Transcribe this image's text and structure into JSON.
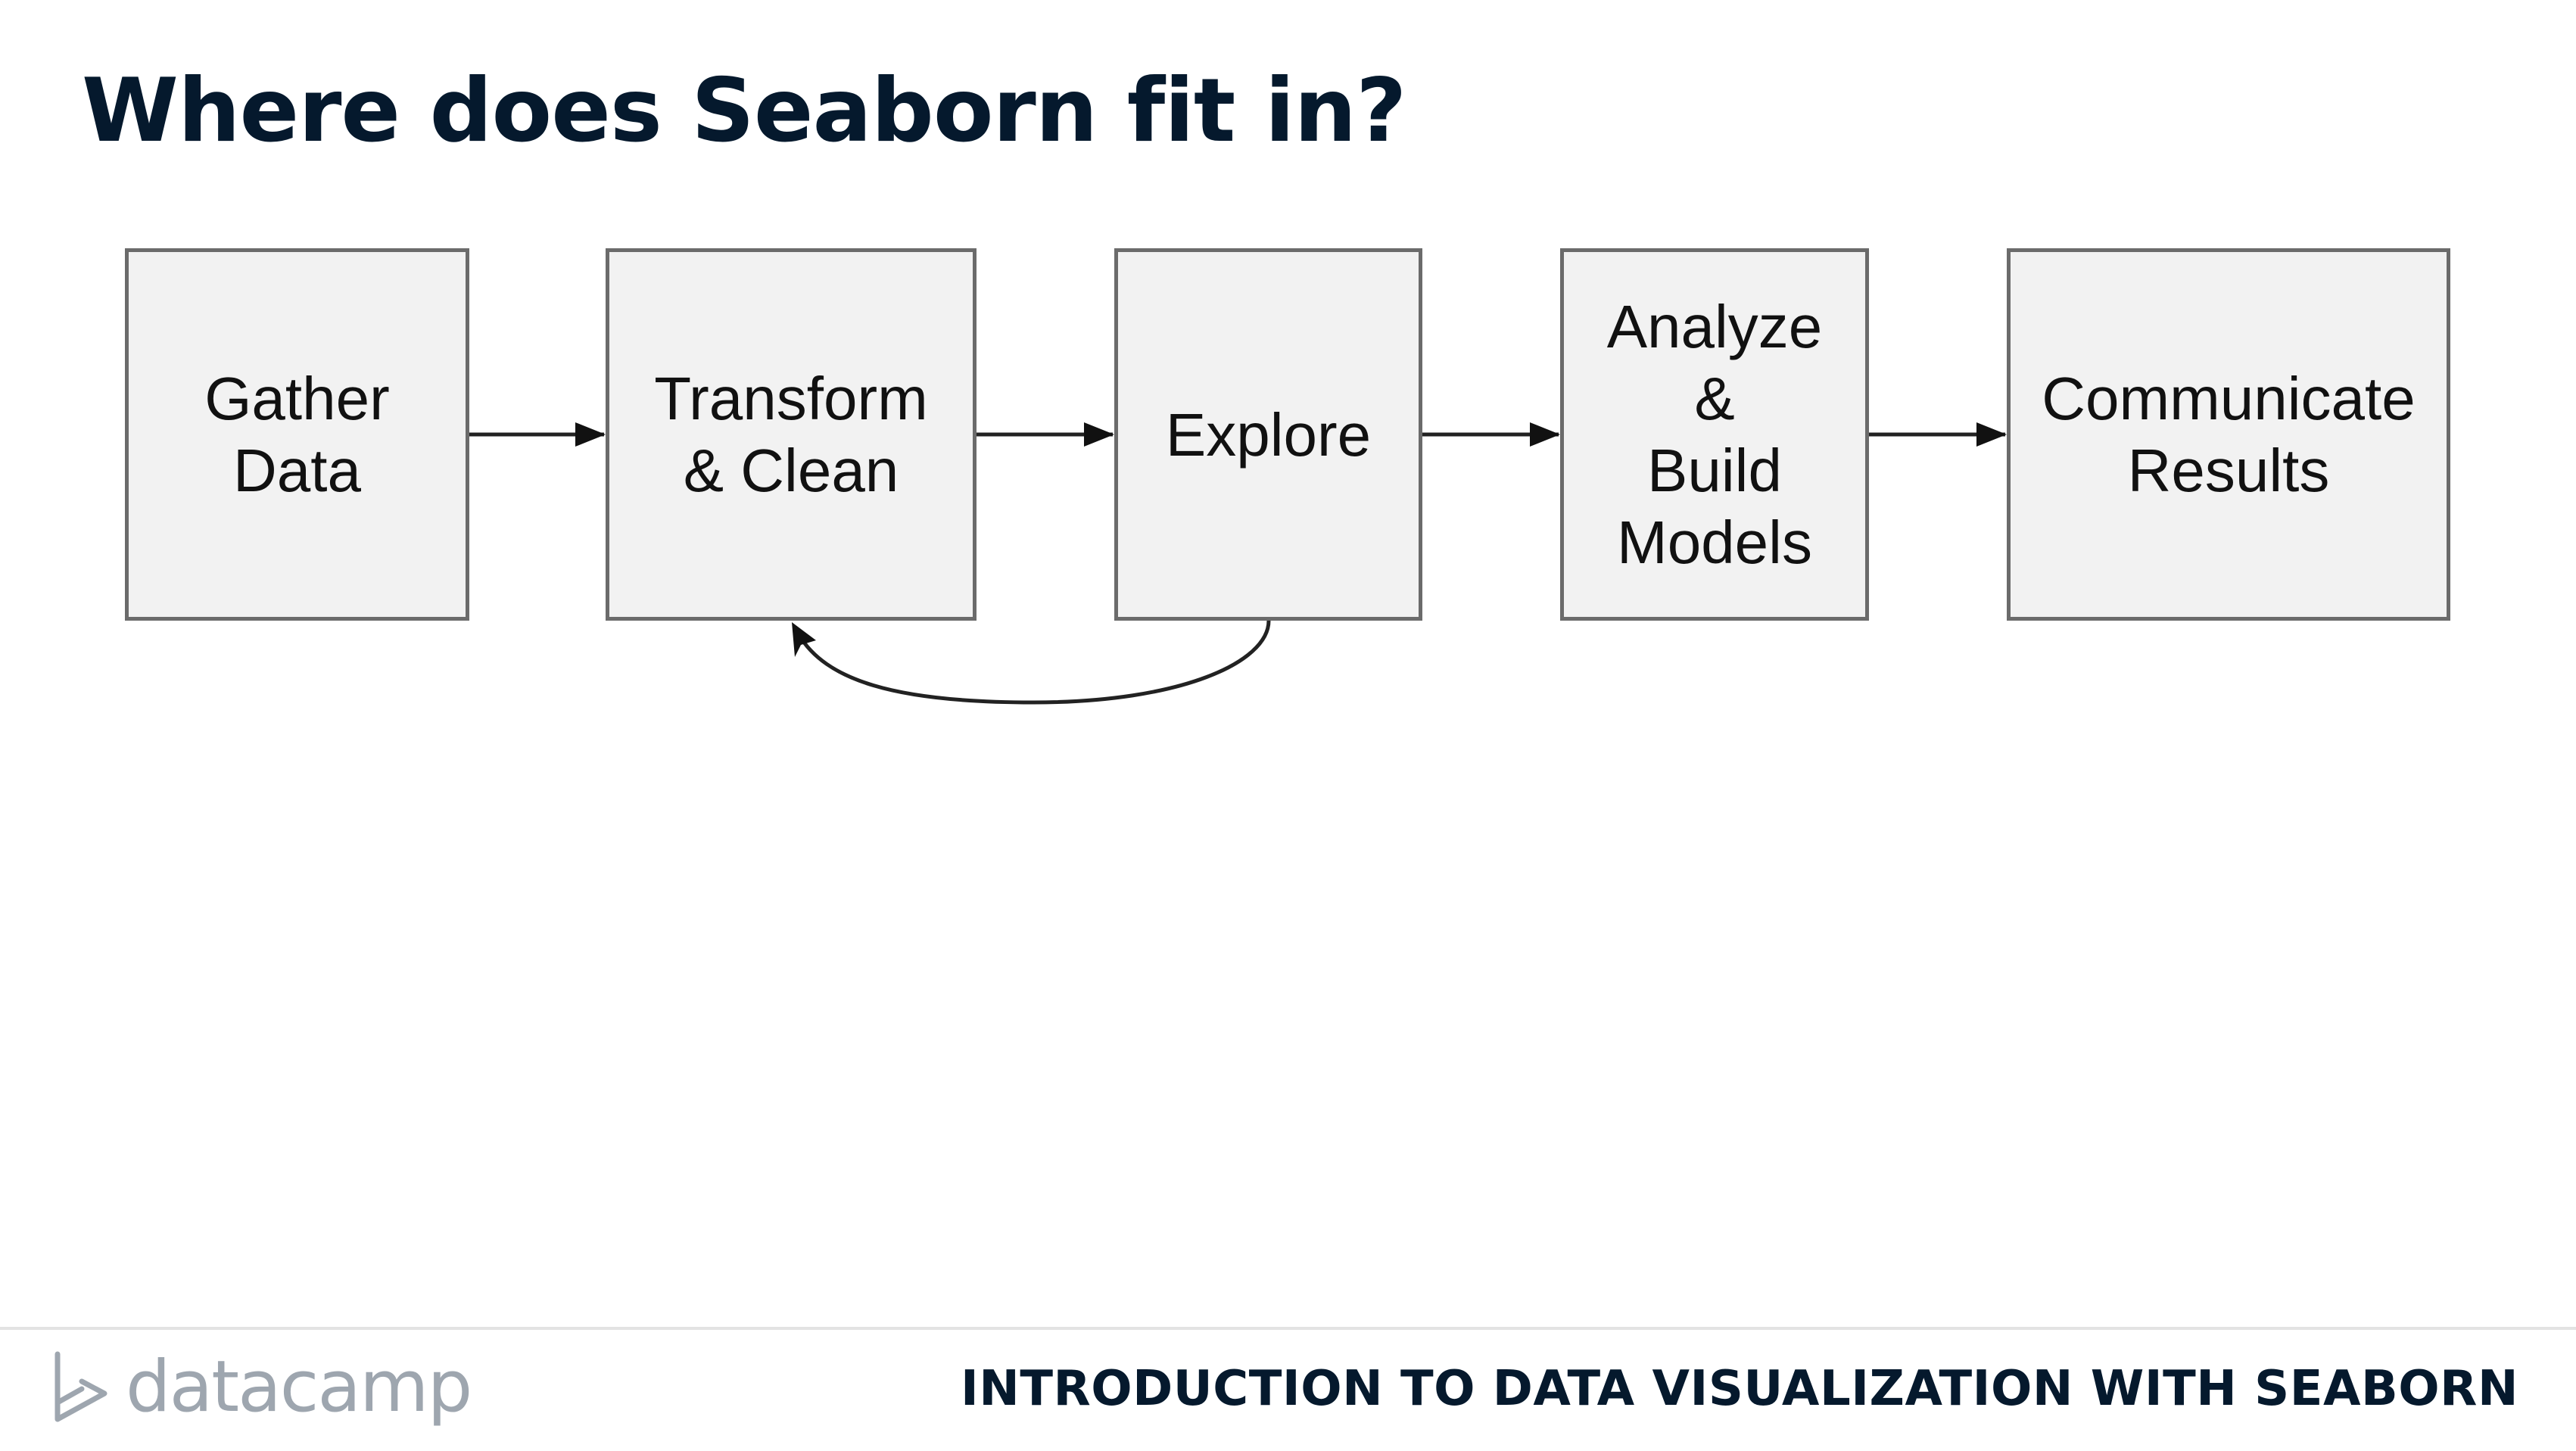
{
  "slide": {
    "title": "Where does Seaborn fit in?"
  },
  "diagram": {
    "steps": [
      {
        "lines": [
          "Gather",
          "Data"
        ]
      },
      {
        "lines": [
          "Transform",
          "& Clean"
        ]
      },
      {
        "lines": [
          "Explore"
        ]
      },
      {
        "lines": [
          "Analyze",
          "&",
          "Build",
          "Models"
        ]
      },
      {
        "lines": [
          "Communicate",
          "Results"
        ]
      }
    ],
    "edges": [
      {
        "from": 0,
        "to": 1
      },
      {
        "from": 1,
        "to": 2
      },
      {
        "from": 2,
        "to": 3
      },
      {
        "from": 3,
        "to": 4
      },
      {
        "from": 2,
        "to": 1,
        "style": "curved-loop"
      }
    ]
  },
  "footer": {
    "logo_text": "datacamp",
    "course_title": "INTRODUCTION TO DATA VISUALIZATION WITH SEABORN"
  }
}
